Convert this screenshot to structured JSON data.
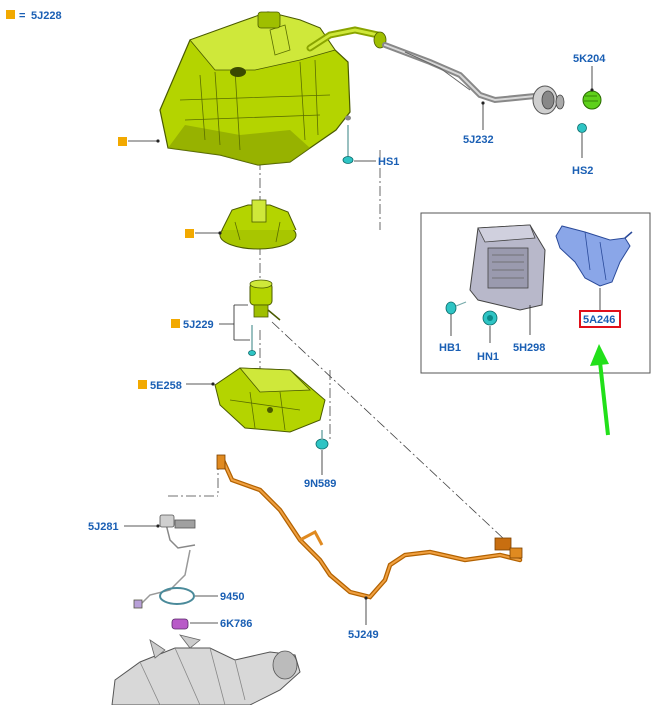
{
  "legend": {
    "equals_sign": "=",
    "part_ref": "5J228",
    "marker_color": "#f2a900"
  },
  "callouts": {
    "c_5K204": "5K204",
    "c_5J232": "5J232",
    "c_HS1": "HS1",
    "c_HS2": "HS2",
    "c_5J229": "5J229",
    "c_5E258": "5E258",
    "c_9N589": "9N589",
    "c_5J281": "5J281",
    "c_9450": "9450",
    "c_6K786": "6K786",
    "c_5J249": "5J249",
    "c_HB1": "HB1",
    "c_HN1": "HN1",
    "c_5H298": "5H298",
    "c_5A246": "5A246"
  },
  "colors": {
    "label_blue": "#1a5fb4",
    "tank_green": "#b4d400",
    "fastener_teal": "#2ec4c4",
    "pipe_orange": "#e08a20",
    "bracket_blue": "#8aa6e8",
    "ecu_grey": "#a6a6b8",
    "highlight_red": "#e0101a",
    "arrow_green": "#22e01a",
    "marker_orange": "#f2a900",
    "inset_border": "#555555"
  },
  "highlighted_part": "5A246"
}
